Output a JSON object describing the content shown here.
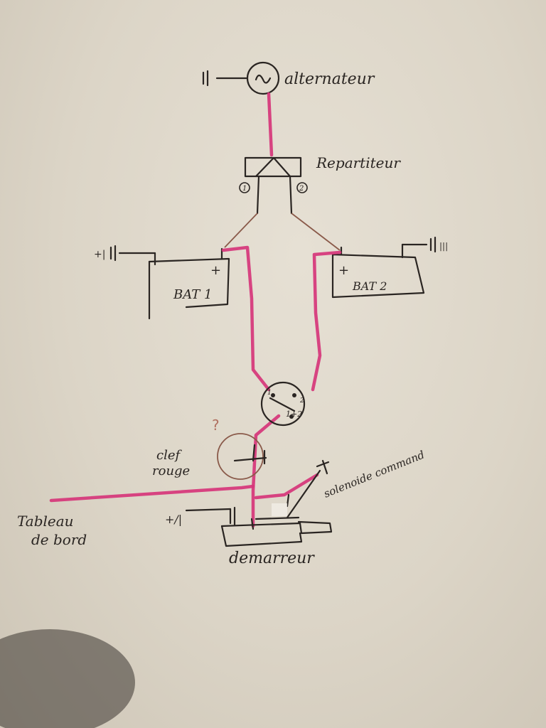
{
  "labels": {
    "alternator": "alternateur",
    "distributor": "Repartiteur",
    "terminal_1": "1",
    "terminal_2": "2",
    "battery_1": "BAT 1",
    "battery_2": "BAT 2",
    "plus_1": "+",
    "plus_2": "+",
    "switch_position": "1+2",
    "switch_1": "1",
    "switch_2": "2",
    "question": "?",
    "key_line1": "clef",
    "key_line2": "rouge",
    "dashboard_line1": "Tableau",
    "dashboard_line2": "de bord",
    "solenoid": "solenoide command",
    "starter": "demarreur"
  },
  "colors": {
    "ink": "#2a2522",
    "pink_wire": "#d6357a",
    "paper": "#e2dbce"
  },
  "icons": {
    "alternator": "alternator-symbol-icon",
    "ground": "ground-symbol-icon",
    "battery_switch": "rotary-switch-icon"
  }
}
